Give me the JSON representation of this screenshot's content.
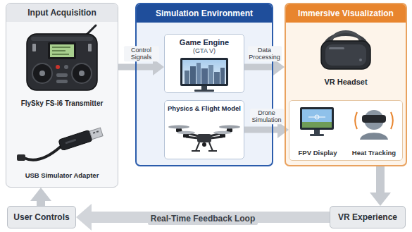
{
  "diagram": {
    "nodes": [
      {
        "text": [
          "Input Acquisition"
        ]
      },
      {
        "text": [
          "Simulation Environment"
        ]
      },
      {
        "text": [
          "Game Engine",
          "(GTA V)"
        ],
        "in": 1
      },
      {
        "text": [
          "Physics & Flight Model"
        ],
        "in": 1
      },
      {
        "text": [
          "Immersive Visualization"
        ]
      },
      {
        "text": [
          "FPV Display",
          "Heat Tracking"
        ],
        "in": 4
      },
      {
        "text": [
          "User Controls"
        ]
      },
      {
        "text": [
          "VR Experience"
        ]
      }
    ],
    "edges": [
      {
        "from": 0,
        "to": 2,
        "label": "Control Signals",
        "arrow": "to"
      },
      {
        "from": 2,
        "to": 4,
        "label": "Data Processing",
        "arrow": "to"
      },
      {
        "from": 3,
        "to": 5,
        "label": "Drone Simulation",
        "arrow": "to"
      },
      {
        "from": 4,
        "to": 7,
        "arrow": "to"
      },
      {
        "from": 7,
        "to": 6,
        "label": "Real-Time Feedback Loop",
        "arrow": "to"
      },
      {
        "from": 6,
        "to": 0,
        "arrow": "to"
      }
    ],
    "labels": [
      "FlySky FS-i6 Transmitter",
      "USB Simulator Adapter",
      "VR Headset"
    ]
  }
}
